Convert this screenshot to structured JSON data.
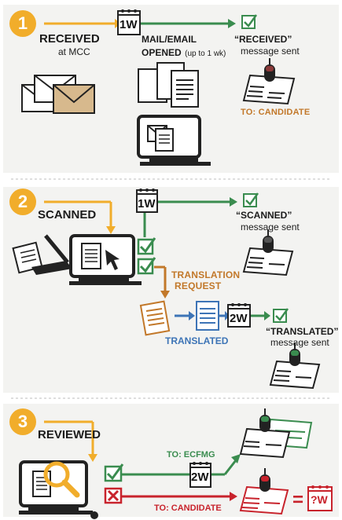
{
  "colors": {
    "orange": "#f1ad2b",
    "green": "#3a8c4f",
    "blue": "#3d74b6",
    "red": "#c8232c",
    "panel": "#f3f3f1"
  },
  "step1": {
    "number": "1",
    "title": "RECEIVED",
    "subtitle": "at MCC",
    "timer": "1W",
    "opened_label": "MAIL/EMAIL",
    "opened_label2": "OPENED",
    "opened_note": "(up to 1 wk)",
    "message_quote": "“RECEIVED”",
    "message_sent": "message sent",
    "to": "TO: CANDIDATE"
  },
  "step2": {
    "number": "2",
    "title": "SCANNED",
    "timer": "1W",
    "message_quote": "“SCANNED”",
    "message_sent": "message sent",
    "translation_line1": "TRANSLATION",
    "translation_line2": "REQUEST",
    "translated": "TRANSLATED",
    "timer2": "2W",
    "translated_quote": "“TRANSLATED”",
    "translated_sent": "message sent"
  },
  "step3": {
    "number": "3",
    "title": "REVIEWED",
    "to_ecfmg": "TO: ECFMG",
    "timer": "2W",
    "to_candidate": "TO: CANDIDATE",
    "equals": "=",
    "unknown": "?W"
  },
  "icons": [
    "envelope-stack-icon",
    "mail-open-icon",
    "document-icon",
    "computer-icon",
    "checkmark-icon",
    "cross-icon",
    "magnifier-icon",
    "scanner-icon",
    "cursor-icon",
    "calendar-icon",
    "message-card-icon"
  ]
}
